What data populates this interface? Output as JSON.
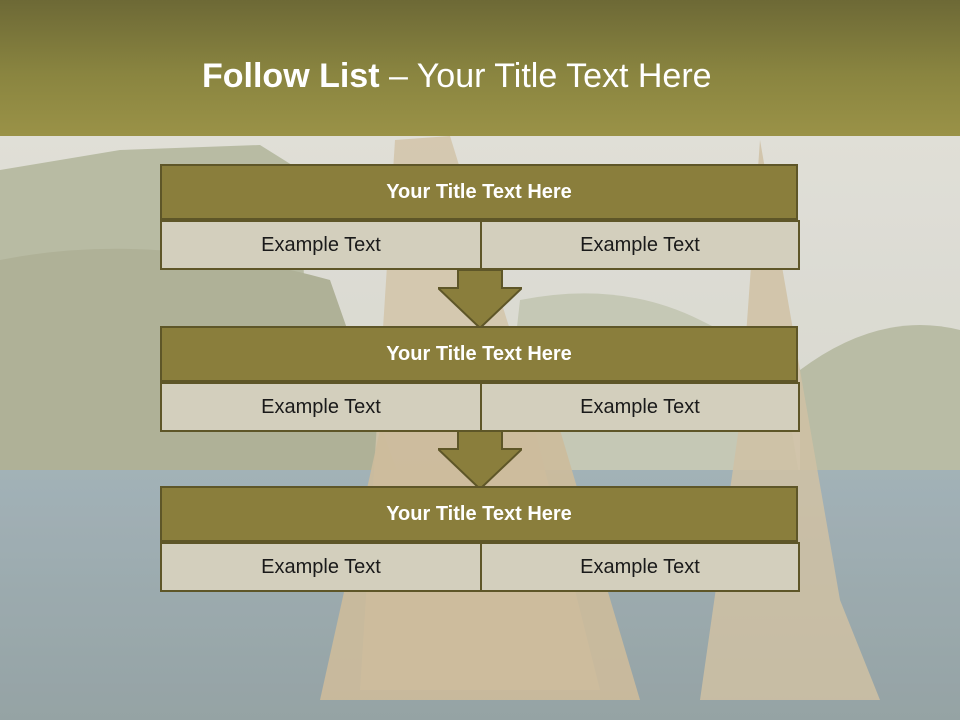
{
  "header": {
    "title_bold": "Follow List",
    "title_rest": " – Your Title Text Here"
  },
  "blocks": [
    {
      "title": "Your Title Text Here",
      "left": "Example Text",
      "right": "Example Text"
    },
    {
      "title": "Your Title Text Here",
      "left": "Example Text",
      "right": "Example Text"
    },
    {
      "title": "Your Title Text Here",
      "left": "Example Text",
      "right": "Example Text"
    }
  ],
  "colors": {
    "header": "#8a8540",
    "title_bar": "#8a7e3c",
    "cell": "#d3cfbd",
    "border": "#5e5628"
  }
}
